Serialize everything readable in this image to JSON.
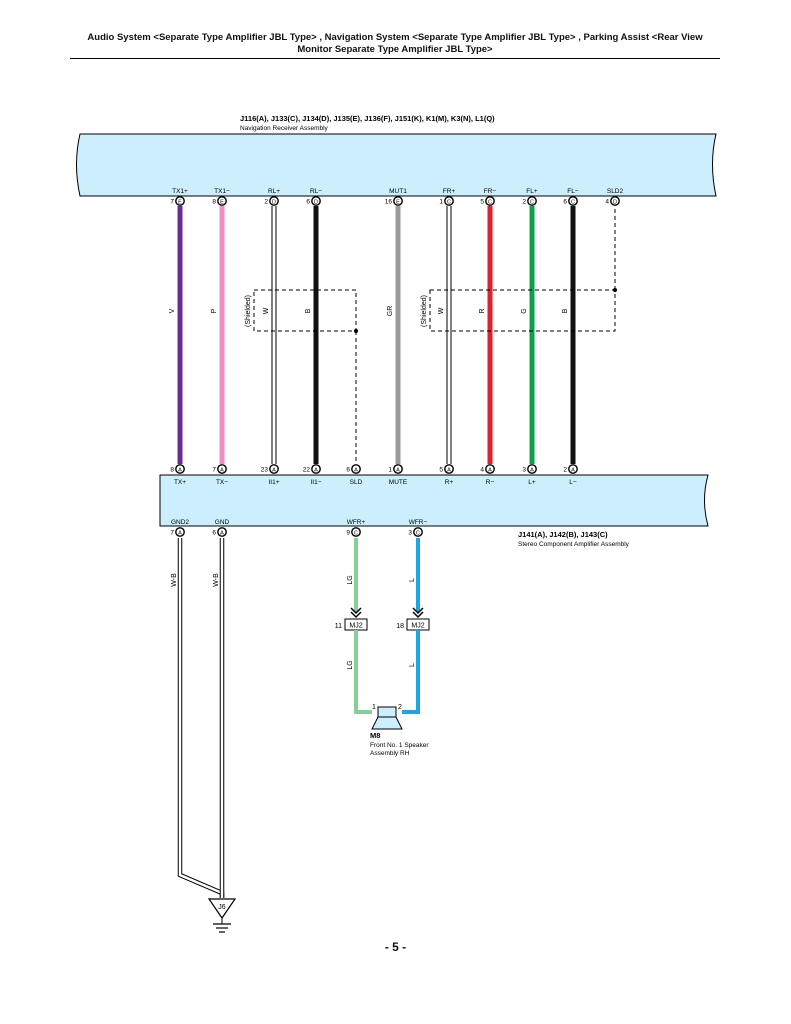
{
  "header": {
    "title_line1": "Audio System <Separate Type Amplifier JBL Type> , Navigation System <Separate Type Amplifier JBL Type> , Parking Assist <Rear View",
    "title_line2": "Monitor Separate Type Amplifier JBL Type>"
  },
  "page_number": "- 5 -",
  "colors": {
    "panel_fill": "#cdeefc",
    "V": "#6a2c91",
    "P": "#ef8fc4",
    "W": "#ffffff",
    "B": "#111111",
    "GR": "#9a9a9a",
    "R": "#e0202a",
    "G": "#0da14b",
    "LG": "#86cf9a",
    "L": "#1fa6e0"
  },
  "nav_receiver": {
    "connectors": "J116(A), J133(C), J134(D), J135(E), J136(F), J151(K), K1(M), K3(N), L1(Q)",
    "name": "Navigation Receiver Assembly",
    "pins": [
      {
        "label": "TX1+",
        "num": "7",
        "conn": "E"
      },
      {
        "label": "TX1−",
        "num": "8",
        "conn": "E"
      },
      {
        "label": "RL+",
        "num": "2",
        "conn": "D"
      },
      {
        "label": "RL−",
        "num": "6",
        "conn": "D"
      },
      {
        "label": "MUT1",
        "num": "16",
        "conn": "E"
      },
      {
        "label": "FR+",
        "num": "1",
        "conn": "C"
      },
      {
        "label": "FR−",
        "num": "5",
        "conn": "C"
      },
      {
        "label": "FL+",
        "num": "2",
        "conn": "C"
      },
      {
        "label": "FL−",
        "num": "6",
        "conn": "C"
      },
      {
        "label": "SLD2",
        "num": "4",
        "conn": "D"
      }
    ]
  },
  "amplifier": {
    "connectors": "J141(A), J142(B), J143(C)",
    "name": "Stereo Component Amplifier Assembly",
    "top_pins": [
      {
        "label": "TX+",
        "num": "8",
        "conn": "A"
      },
      {
        "label": "TX−",
        "num": "7",
        "conn": "A"
      },
      {
        "label": "II1+",
        "num": "23",
        "conn": "A"
      },
      {
        "label": "II1−",
        "num": "22",
        "conn": "A"
      },
      {
        "label": "SLD",
        "num": "6",
        "conn": "A"
      },
      {
        "label": "MUTE",
        "num": "1",
        "conn": "A"
      },
      {
        "label": "R+",
        "num": "5",
        "conn": "A"
      },
      {
        "label": "R−",
        "num": "4",
        "conn": "A"
      },
      {
        "label": "L+",
        "num": "3",
        "conn": "A"
      },
      {
        "label": "L−",
        "num": "2",
        "conn": "A"
      }
    ],
    "bottom_pins": [
      {
        "label": "GND2",
        "num": "7",
        "conn": "A"
      },
      {
        "label": "GND",
        "num": "6",
        "conn": "A"
      },
      {
        "label": "WFR+",
        "num": "9",
        "conn": "C"
      },
      {
        "label": "WFR−",
        "num": "3",
        "conn": "C"
      }
    ]
  },
  "wires": {
    "upper": [
      "V",
      "P",
      "W",
      "B",
      "GR",
      "W",
      "R",
      "G",
      "B"
    ],
    "gnd2": "W-B",
    "gnd": "W-B",
    "wfr_plus_top": "LG",
    "wfr_minus_top": "L",
    "wfr_plus_bottom": "LG",
    "wfr_minus_bottom": "L"
  },
  "shielded_label": "(Shielded)",
  "junction": {
    "label": "MJ2",
    "pin_left": "11",
    "pin_right": "18"
  },
  "speaker": {
    "id": "M8",
    "name_line1": "Front No. 1 Speaker",
    "name_line2": "Assembly RH",
    "pin1": "1",
    "pin2": "2"
  },
  "ground": {
    "label": "J6"
  }
}
